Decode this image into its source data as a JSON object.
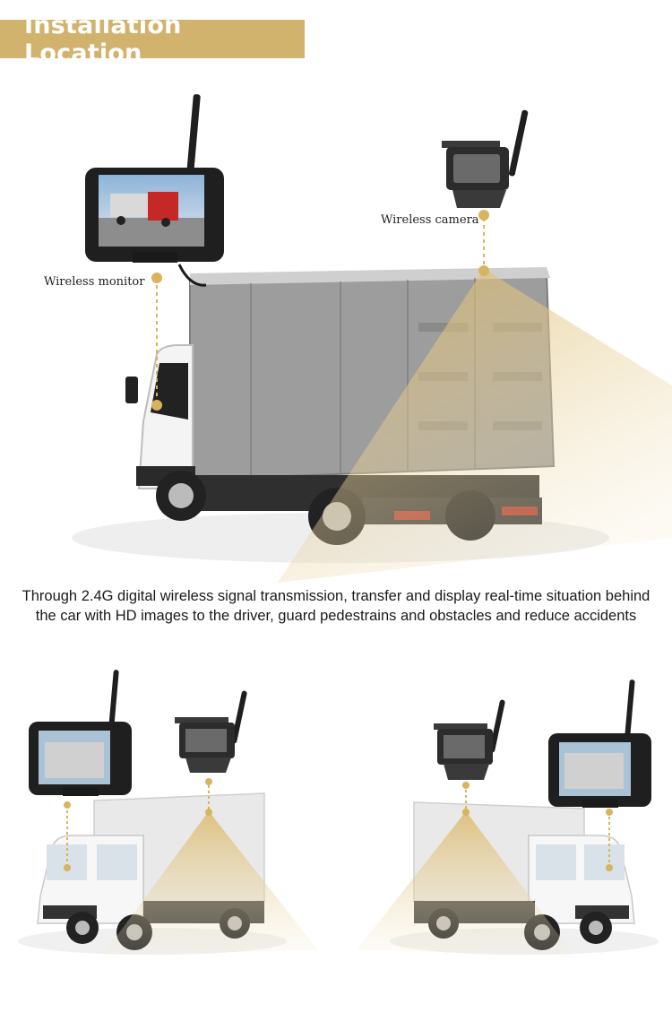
{
  "header": {
    "title": "Installation Location",
    "banner_color": "#d2b36e"
  },
  "labels": {
    "wireless_camera": "Wireless camera",
    "wireless_monitor": "Wireless monitor"
  },
  "description": "Through 2.4G digital wireless signal transmission, transfer and display real-time situation behind the car with HD images to the driver, guard pedestrains and obstacles and reduce accidents",
  "colors": {
    "accent_gold": "#d2b36e",
    "dot_gold": "#d9b45e",
    "truck_box": "#9a9a9a"
  },
  "icons": [
    "wireless-monitor-icon",
    "wireless-camera-icon",
    "antenna-icon",
    "box-truck-illustration"
  ]
}
